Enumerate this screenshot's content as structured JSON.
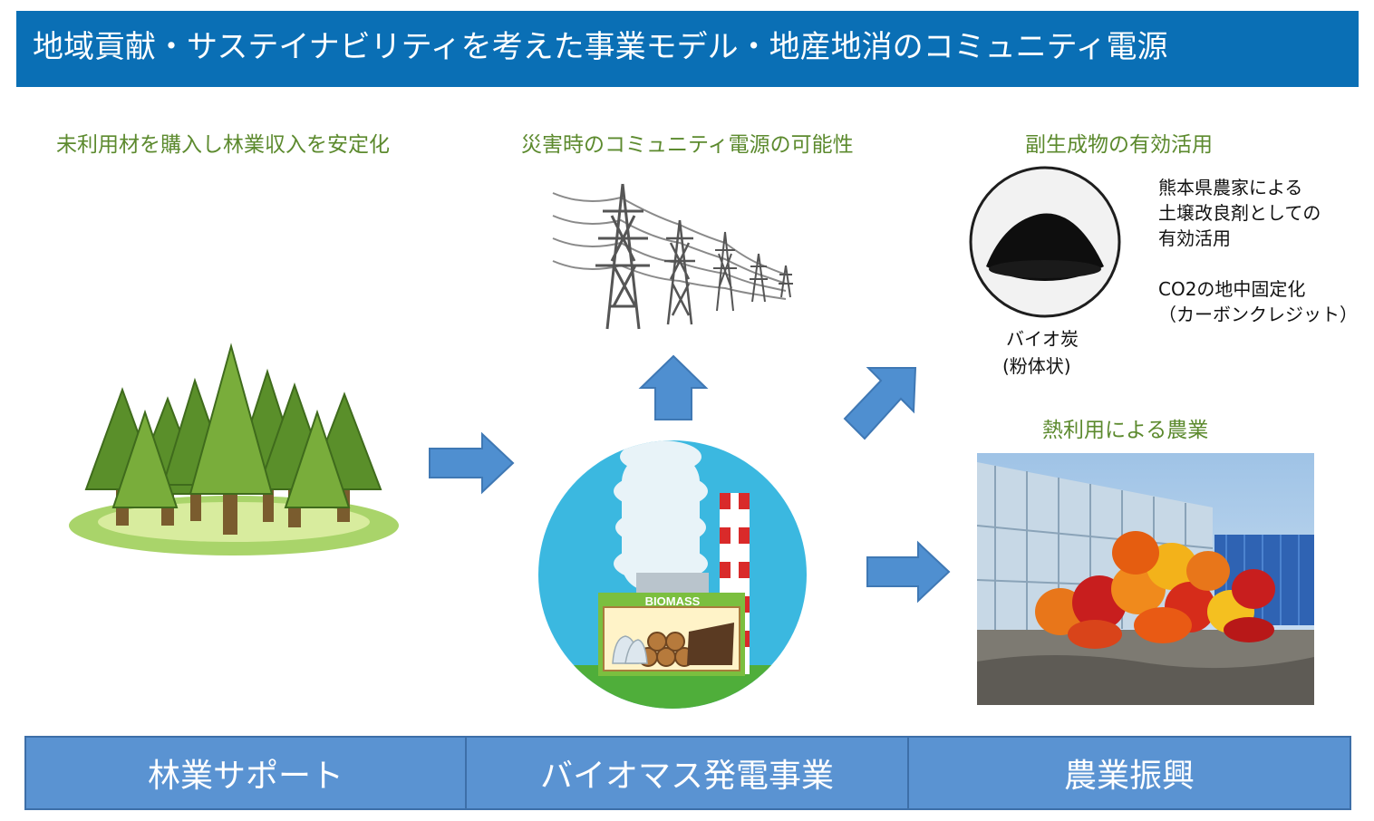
{
  "header": {
    "title": "地域貢献・サステイナビリティを考えた事業モデル・地産地消のコミュニティ電源"
  },
  "sections": {
    "forestry_caption": "未利用材を購入し林業収入を安定化",
    "disaster_caption": "災害時のコミュニティ電源の可能性",
    "byproduct_caption": "副生成物の有効活用",
    "agriculture_caption": "熱利用による農業"
  },
  "biochar": {
    "label_line1": "バイオ炭",
    "label_line2": "(粉体状)",
    "notes": [
      "熊本県農家による",
      "土壌改良剤としての",
      "有効活用",
      "",
      "CO2の地中固定化",
      "（カーボンクレジット）"
    ]
  },
  "plant": {
    "sign": "BIOMASS"
  },
  "bands": [
    "林業サポート",
    "バイオマス発電事業",
    "農業振興"
  ],
  "colors": {
    "header": "#0a6fb5",
    "band": "#5a93d2",
    "arrow": "#4f8fd0",
    "caption": "#5c8a2e"
  }
}
